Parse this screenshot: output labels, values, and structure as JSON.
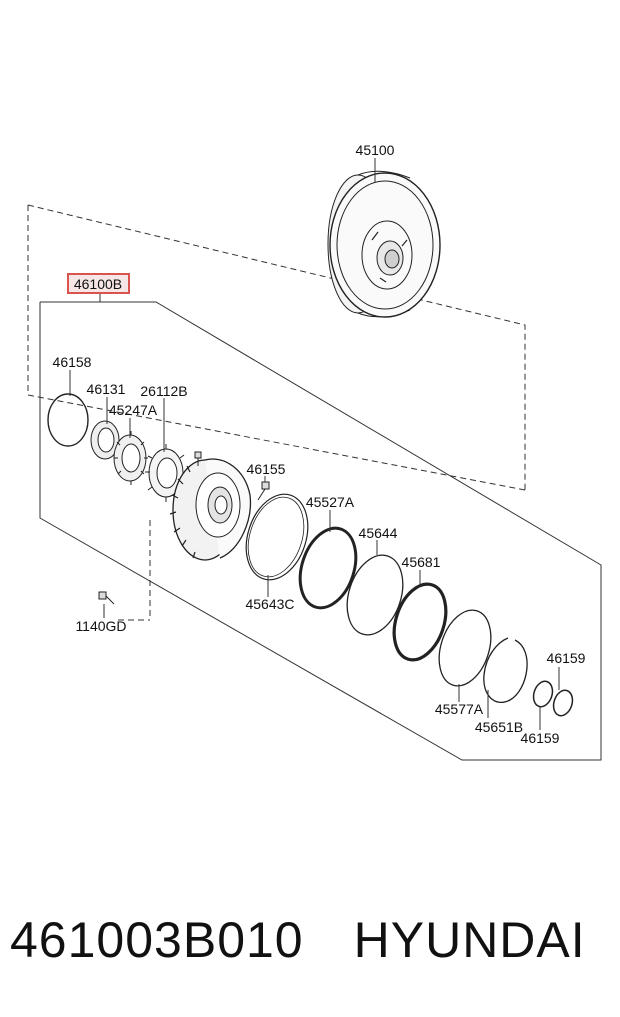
{
  "diagram": {
    "highlighted_label": "46100B",
    "labels": {
      "l45100": "45100",
      "l46158": "46158",
      "l46131": "46131",
      "l26112B": "26112B",
      "l45247A": "45247A",
      "l46155": "46155",
      "l45527A": "45527A",
      "l45644": "45644",
      "l45681": "45681",
      "l45643C": "45643C",
      "l1140GD": "1140GD",
      "l46159a": "46159",
      "l45577A": "45577A",
      "l45651B": "45651B",
      "l46159b": "46159"
    },
    "highlight_color": "#d9534f"
  },
  "footer": {
    "part_number": "461003B010",
    "brand": "HYUNDAI"
  }
}
